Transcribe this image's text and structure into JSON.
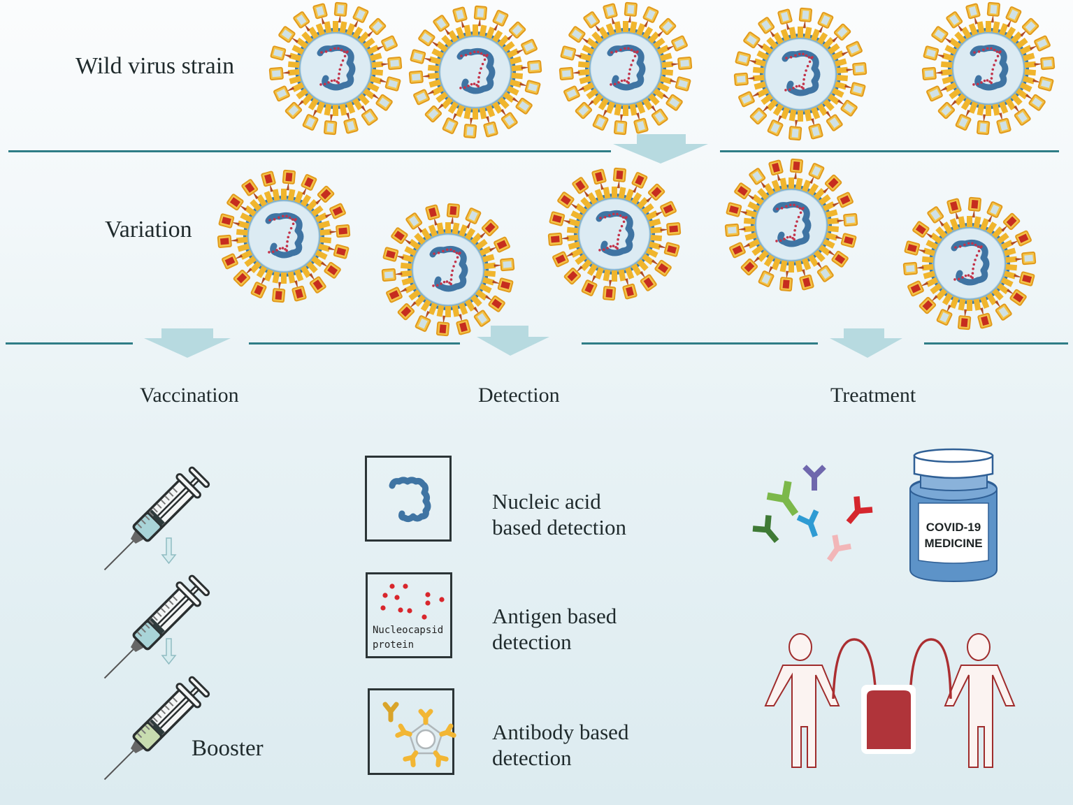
{
  "rows": {
    "wild": {
      "label": "Wild virus strain",
      "virus_count": 5
    },
    "variation": {
      "label": "Variation",
      "virus_count": 5
    }
  },
  "sections": {
    "vaccination": {
      "title": "Vaccination",
      "booster_label": "Booster",
      "syringe_count": 3
    },
    "detection": {
      "title": "Detection",
      "methods": [
        {
          "line1": "Nucleic acid",
          "line2": "based detection"
        },
        {
          "line1": "Antigen based",
          "line2": "detection",
          "inset_text_1": "Nucleocapsid",
          "inset_text_2": "protein"
        },
        {
          "line1": "Antibody based",
          "line2": "detection"
        }
      ]
    },
    "treatment": {
      "title": "Treatment",
      "medicine_label_1": "COVID-19",
      "medicine_label_2": "MEDICINE"
    }
  },
  "colors": {
    "divider": "#2f7d86",
    "arrow": "#b7dae0",
    "spike_yellow": "#f2b634",
    "rna_blue": "#3f74a3",
    "mutation_red": "#c62d1f",
    "vial_blue": "#5d93c8",
    "blood_red": "#b0343a"
  }
}
